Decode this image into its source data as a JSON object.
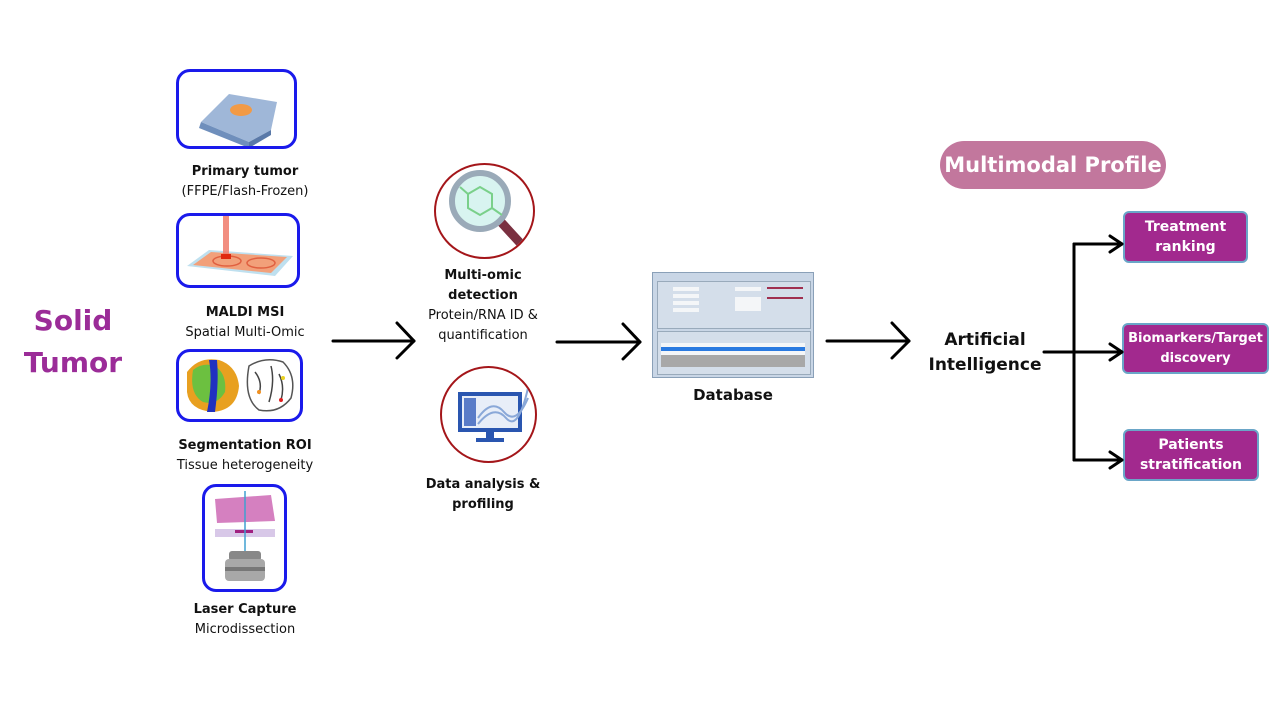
{
  "source": {
    "title_line1": "Solid",
    "title_line2": "Tumor"
  },
  "samples": [
    {
      "icon": "tissue-block-icon",
      "title": "Primary tumor",
      "subtitle": "(FFPE/Flash-Frozen)"
    },
    {
      "icon": "maldi-laser-slide-icon",
      "title": "MALDI MSI",
      "subtitle": "Spatial Multi-Omic"
    },
    {
      "icon": "segmentation-heatmap-icon",
      "title": "Segmentation ROI",
      "subtitle": "Tissue heterogeneity"
    },
    {
      "icon": "laser-capture-microscope-icon",
      "title": "Laser Capture",
      "subtitle": "Microdissection"
    }
  ],
  "analysis": [
    {
      "icon": "magnifier-molecule-icon",
      "title_line1": "Multi-omic",
      "title_line2": "detection",
      "subtitle_line1": "Protein/RNA ID &",
      "subtitle_line2": "quantification"
    },
    {
      "icon": "monitor-data-icon",
      "title_line1": "Data analysis &",
      "title_line2": "profiling"
    }
  ],
  "database": {
    "label": "Database",
    "icon": "database-window-icon"
  },
  "ai": {
    "line1": "Artificial",
    "line2": "Intelligence"
  },
  "profile": {
    "label": "Multimodal Profile",
    "color": "#c2779d"
  },
  "outputs": [
    {
      "line1": "Treatment",
      "line2": "ranking"
    },
    {
      "line1": "Biomarkers/Target",
      "line2": "discovery"
    },
    {
      "line1": "Patients",
      "line2": "stratification"
    }
  ],
  "colors": {
    "accent_purple": "#9b2c98",
    "box_purple": "#a2298e",
    "icon_border_blue": "#1a1aeb",
    "circle_red": "#a4161a"
  }
}
